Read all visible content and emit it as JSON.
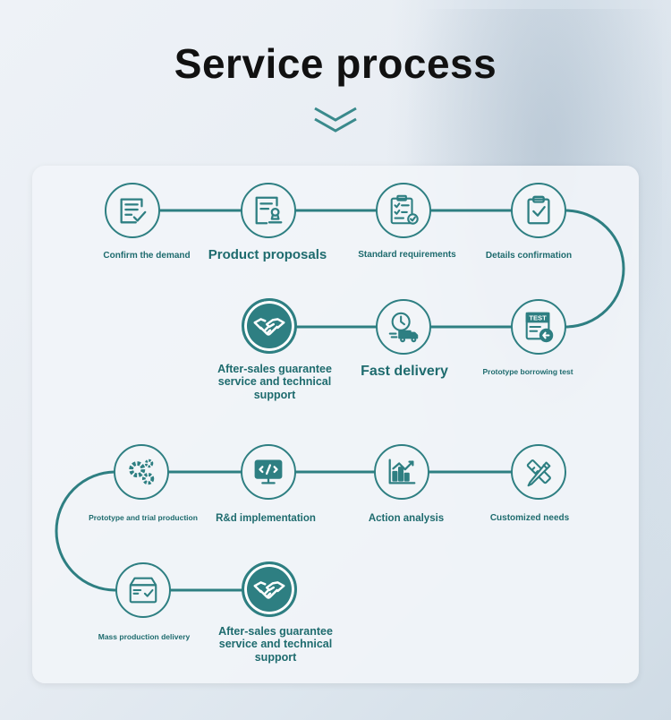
{
  "page": {
    "title": "Service process"
  },
  "steps_row1": [
    {
      "label": "Confirm the demand",
      "icon": "clipboard-check-icon"
    },
    {
      "label": "Product proposals",
      "icon": "document-stamp-icon"
    },
    {
      "label": "Standard requirements",
      "icon": "checklist-icon"
    },
    {
      "label": "Details confirmation",
      "icon": "clipboard-tick-icon"
    }
  ],
  "steps_row2": [
    {
      "label": "After-sales guarantee service and technical support",
      "icon": "handshake-icon"
    },
    {
      "label": "Fast delivery",
      "icon": "delivery-truck-clock-icon"
    },
    {
      "label": "Prototype borrowing test",
      "icon": "test-document-icon",
      "badge": "TEST"
    }
  ],
  "steps_row3": [
    {
      "label": "Prototype and trial production",
      "icon": "gears-icon"
    },
    {
      "label": "R&d implementation",
      "icon": "code-monitor-icon"
    },
    {
      "label": "Action analysis",
      "icon": "chart-analysis-icon"
    },
    {
      "label": "Customized needs",
      "icon": "pencil-ruler-icon"
    }
  ],
  "steps_row4": [
    {
      "label": "Mass production delivery",
      "icon": "box-icon"
    },
    {
      "label": "After-sales guarantee service and technical support",
      "icon": "handshake-icon"
    }
  ],
  "colors": {
    "accent": "#2e7f82",
    "text": "#1e6b6e",
    "title": "#111111"
  }
}
